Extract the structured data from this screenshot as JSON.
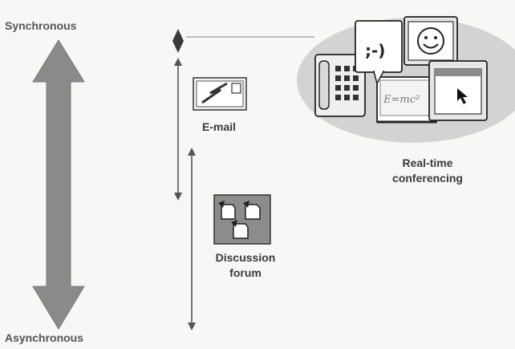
{
  "axis": {
    "top_label": "Synchronous",
    "bottom_label": "Asynchronous"
  },
  "items": {
    "email": {
      "label": "E-mail"
    },
    "discussion_forum": {
      "label_line1": "Discussion",
      "label_line2": "forum"
    },
    "realtime_conferencing": {
      "label_line1": "Real-time",
      "label_line2": "conferencing"
    }
  },
  "icons": {
    "email": "email-envelope-icon",
    "forum": "document-stack-icon",
    "phone": "telephone-icon",
    "chat": "speech-bubble-icon",
    "whiteboard": "whiteboard-icon",
    "video": "smiley-monitor-icon",
    "shared_screen": "cursor-monitor-icon"
  },
  "colors": {
    "arrow_fill": "#8a8a8a",
    "ellipse_fill": "#d4d4d4",
    "line": "#555555",
    "background": "#f7f7f5"
  }
}
